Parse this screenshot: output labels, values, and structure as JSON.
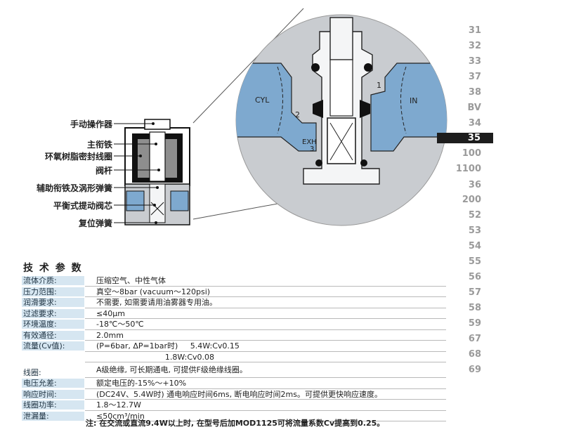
{
  "diagram": {
    "callouts": [
      "手动操作器",
      "主衔铁",
      "环氧树脂密封线圈",
      "阀杆",
      "辅助衔铁及涡形弹簧",
      "平衡式提动阀芯",
      "复位弹簧"
    ],
    "ports": {
      "cyl": "CYL",
      "in": "IN",
      "exh": "EXH",
      "n1": "1",
      "n2": "2",
      "n3": "3"
    }
  },
  "page_index": {
    "items": [
      "31",
      "32",
      "33",
      "37",
      "38",
      "BV",
      "34",
      "35",
      "100",
      "1100",
      "36",
      "200",
      "52",
      "53",
      "54",
      "55",
      "56",
      "57",
      "58",
      "59",
      "67",
      "68",
      "69"
    ],
    "active": "35"
  },
  "specs": {
    "title": "技 术 参 数",
    "rows": [
      {
        "label": "流体介质:",
        "value": "压缩空气、中性气体"
      },
      {
        "label": "压力范围:",
        "value": "真空～8bar (vacuum～120psi)"
      },
      {
        "label": "润滑要求:",
        "value": "不需要, 如需要请用油雾器专用油。"
      },
      {
        "label": "过滤要求:",
        "value": "≤40μm"
      },
      {
        "label": "环境温度:",
        "value": "-18℃～50℃"
      },
      {
        "label": "有效通径:",
        "value": "2.0mm"
      },
      {
        "label": "流量(Cv值):",
        "value": "(P=6bar, ΔP=1bar时)     5.4W:Cv0.15"
      },
      {
        "label": "",
        "value": "                            1.8W:Cv0.08"
      },
      {
        "label": "线圈:",
        "value": "A级绝缘, 可长期通电, 可提供F级绝缘线圈。",
        "plain": true
      },
      {
        "label": "电压允差:",
        "value": "额定电压的-15%～+10%"
      },
      {
        "label": "响应时间:",
        "value": "(DC24V、5.4W时) 通电响应时间6ms, 断电响应时间2ms。可提供更快响应速度。"
      },
      {
        "label": "线圈功率:",
        "value": "1.8～12.7W"
      },
      {
        "label": "泄漏量:",
        "value": "≤50cm³/min"
      }
    ]
  },
  "note": "注: 在交流或直流9.4W以上时, 在型号后加MOD1125可将流量系数Cv提高到0.25。",
  "colors": {
    "blue": "#7aa8cf",
    "grey": "#cdd1d5",
    "label_bg": "#d6e6f1",
    "dark": "#1d1d1d"
  }
}
